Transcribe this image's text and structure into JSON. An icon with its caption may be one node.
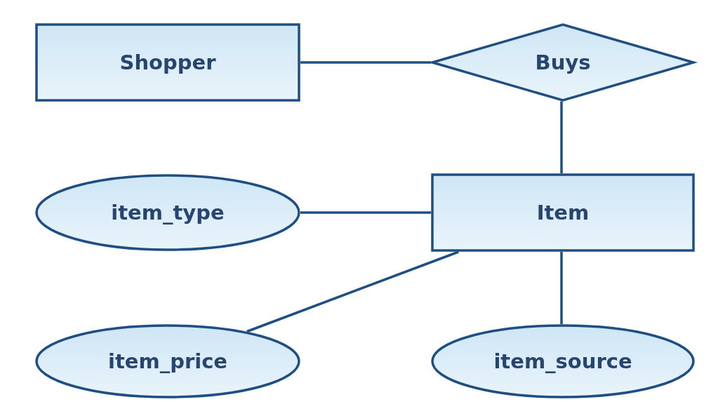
{
  "diagram": {
    "nodes": [
      {
        "text": [
          "Shopper"
        ]
      },
      {
        "text": [
          "Buys"
        ]
      },
      {
        "text": [
          "item_type"
        ]
      },
      {
        "text": [
          "Item"
        ]
      },
      {
        "text": [
          "item_price"
        ]
      },
      {
        "text": [
          "item_source"
        ]
      }
    ],
    "edges": [
      {
        "from": 0,
        "to": 1,
        "arrow": "none"
      },
      {
        "from": 1,
        "to": 3,
        "arrow": "none"
      },
      {
        "from": 2,
        "to": 3,
        "arrow": "none"
      },
      {
        "from": 4,
        "to": 3,
        "arrow": "none"
      },
      {
        "from": 5,
        "to": 3,
        "arrow": "none"
      }
    ]
  }
}
